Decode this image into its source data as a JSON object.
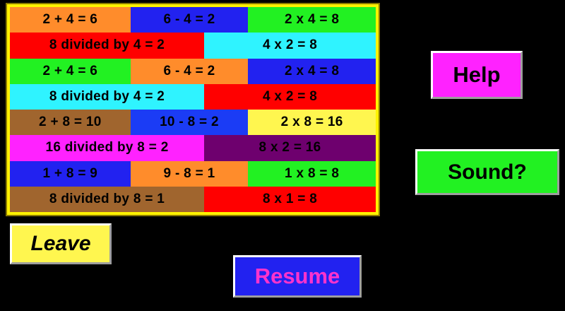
{
  "app": {
    "background_color": "#000000"
  },
  "fact_grid": {
    "border_color": "#FFF200",
    "rows": [
      {
        "layout": "three",
        "cells": [
          {
            "text": "2 + 4 = 6",
            "bg": "#FF8C2B"
          },
          {
            "text": "6 - 4 = 2",
            "bg": "#2222F0"
          },
          {
            "text": "2 x 4 = 8",
            "bg": "#22F122"
          }
        ]
      },
      {
        "layout": "two",
        "cells": [
          {
            "text": "8 divided by 4 = 2",
            "bg": "#FF0000"
          },
          {
            "text": "4 x 2 = 8",
            "bg": "#2FF3FF"
          }
        ]
      },
      {
        "layout": "three",
        "cells": [
          {
            "text": "2 + 4 = 6",
            "bg": "#22F122"
          },
          {
            "text": "6 - 4 = 2",
            "bg": "#FF8C2B"
          },
          {
            "text": "2 x 4 = 8",
            "bg": "#2222F0"
          }
        ]
      },
      {
        "layout": "two",
        "cells": [
          {
            "text": "8 divided by 4 = 2",
            "bg": "#2FF3FF"
          },
          {
            "text": "4 x 2 = 8",
            "bg": "#FF0000"
          }
        ]
      },
      {
        "layout": "three",
        "cells": [
          {
            "text": "2 + 8 = 10",
            "bg": "#A0652E"
          },
          {
            "text": "10 - 8 = 2",
            "bg": "#1B3CF5"
          },
          {
            "text": "2 x 8 = 16",
            "bg": "#FFF64F"
          }
        ]
      },
      {
        "layout": "two",
        "cells": [
          {
            "text": "16 divided by 8 = 2",
            "bg": "#FF22FF"
          },
          {
            "text": "8 x 2 = 16",
            "bg": "#6E006E"
          }
        ]
      },
      {
        "layout": "three",
        "cells": [
          {
            "text": "1 + 8 = 9",
            "bg": "#2222F0"
          },
          {
            "text": "9 - 8 = 1",
            "bg": "#FF8C2B"
          },
          {
            "text": "1 x 8 = 8",
            "bg": "#22F122"
          }
        ]
      },
      {
        "layout": "two",
        "cells": [
          {
            "text": "8 divided by 8 = 1",
            "bg": "#A0652E"
          },
          {
            "text": "8 x 1 = 8",
            "bg": "#FF0000"
          }
        ]
      }
    ]
  },
  "buttons": {
    "help": {
      "label": "Help",
      "bg": "#FF22FF",
      "text_color": "#000000"
    },
    "sound": {
      "label": "Sound?",
      "bg": "#22F122",
      "text_color": "#000000"
    },
    "leave": {
      "label": "Leave",
      "bg": "#FFF64F",
      "text_color": "#000000"
    },
    "resume": {
      "label": "Resume",
      "bg": "#2222F0",
      "text_color": "#FF33CC"
    }
  }
}
